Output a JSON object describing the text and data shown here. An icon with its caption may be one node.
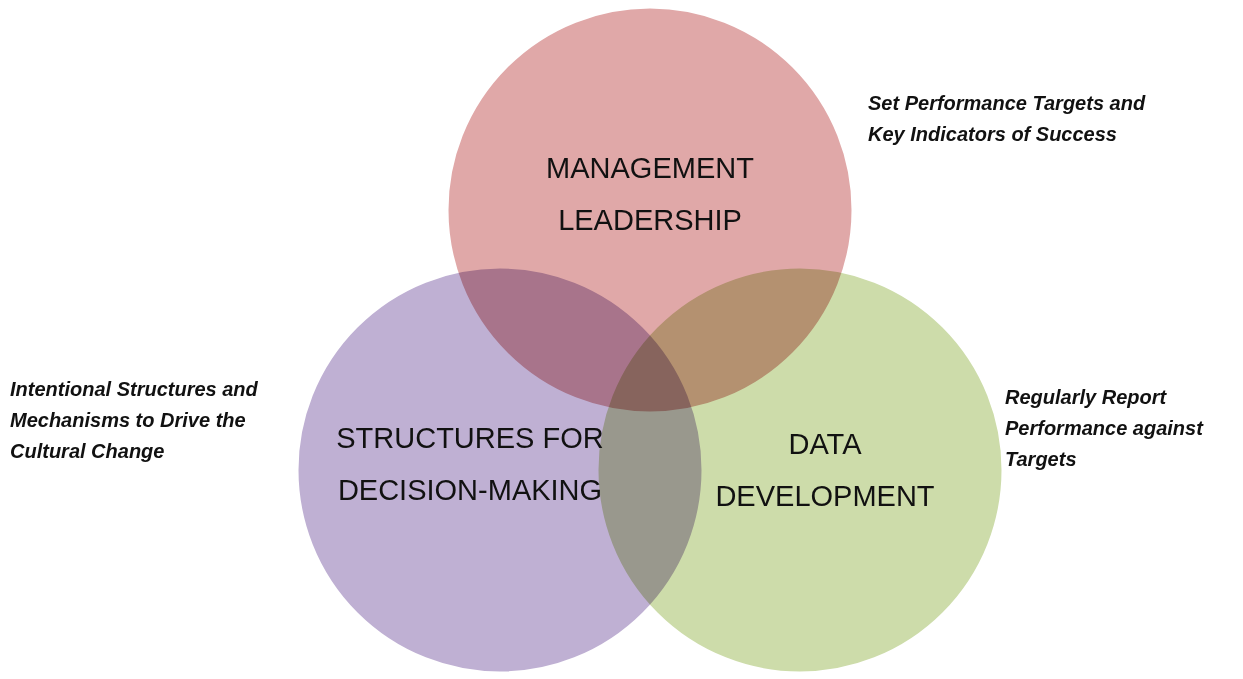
{
  "diagram": {
    "nodes": [
      {
        "text": [
          "MANAGEMENT LEADERSHIP"
        ],
        "beside": [
          "Set Performance Targets and Key Indicators of Success"
        ]
      },
      {
        "text": [
          "STRUCTURES FOR DECISION-MAKING"
        ],
        "beside": [
          "Intentional Structures and Mechanisms to Drive the Cultural Change"
        ]
      },
      {
        "text": [
          "DATA DEVELOPMENT"
        ],
        "beside": [
          "Regularly Report Performance against Targets"
        ]
      }
    ]
  }
}
